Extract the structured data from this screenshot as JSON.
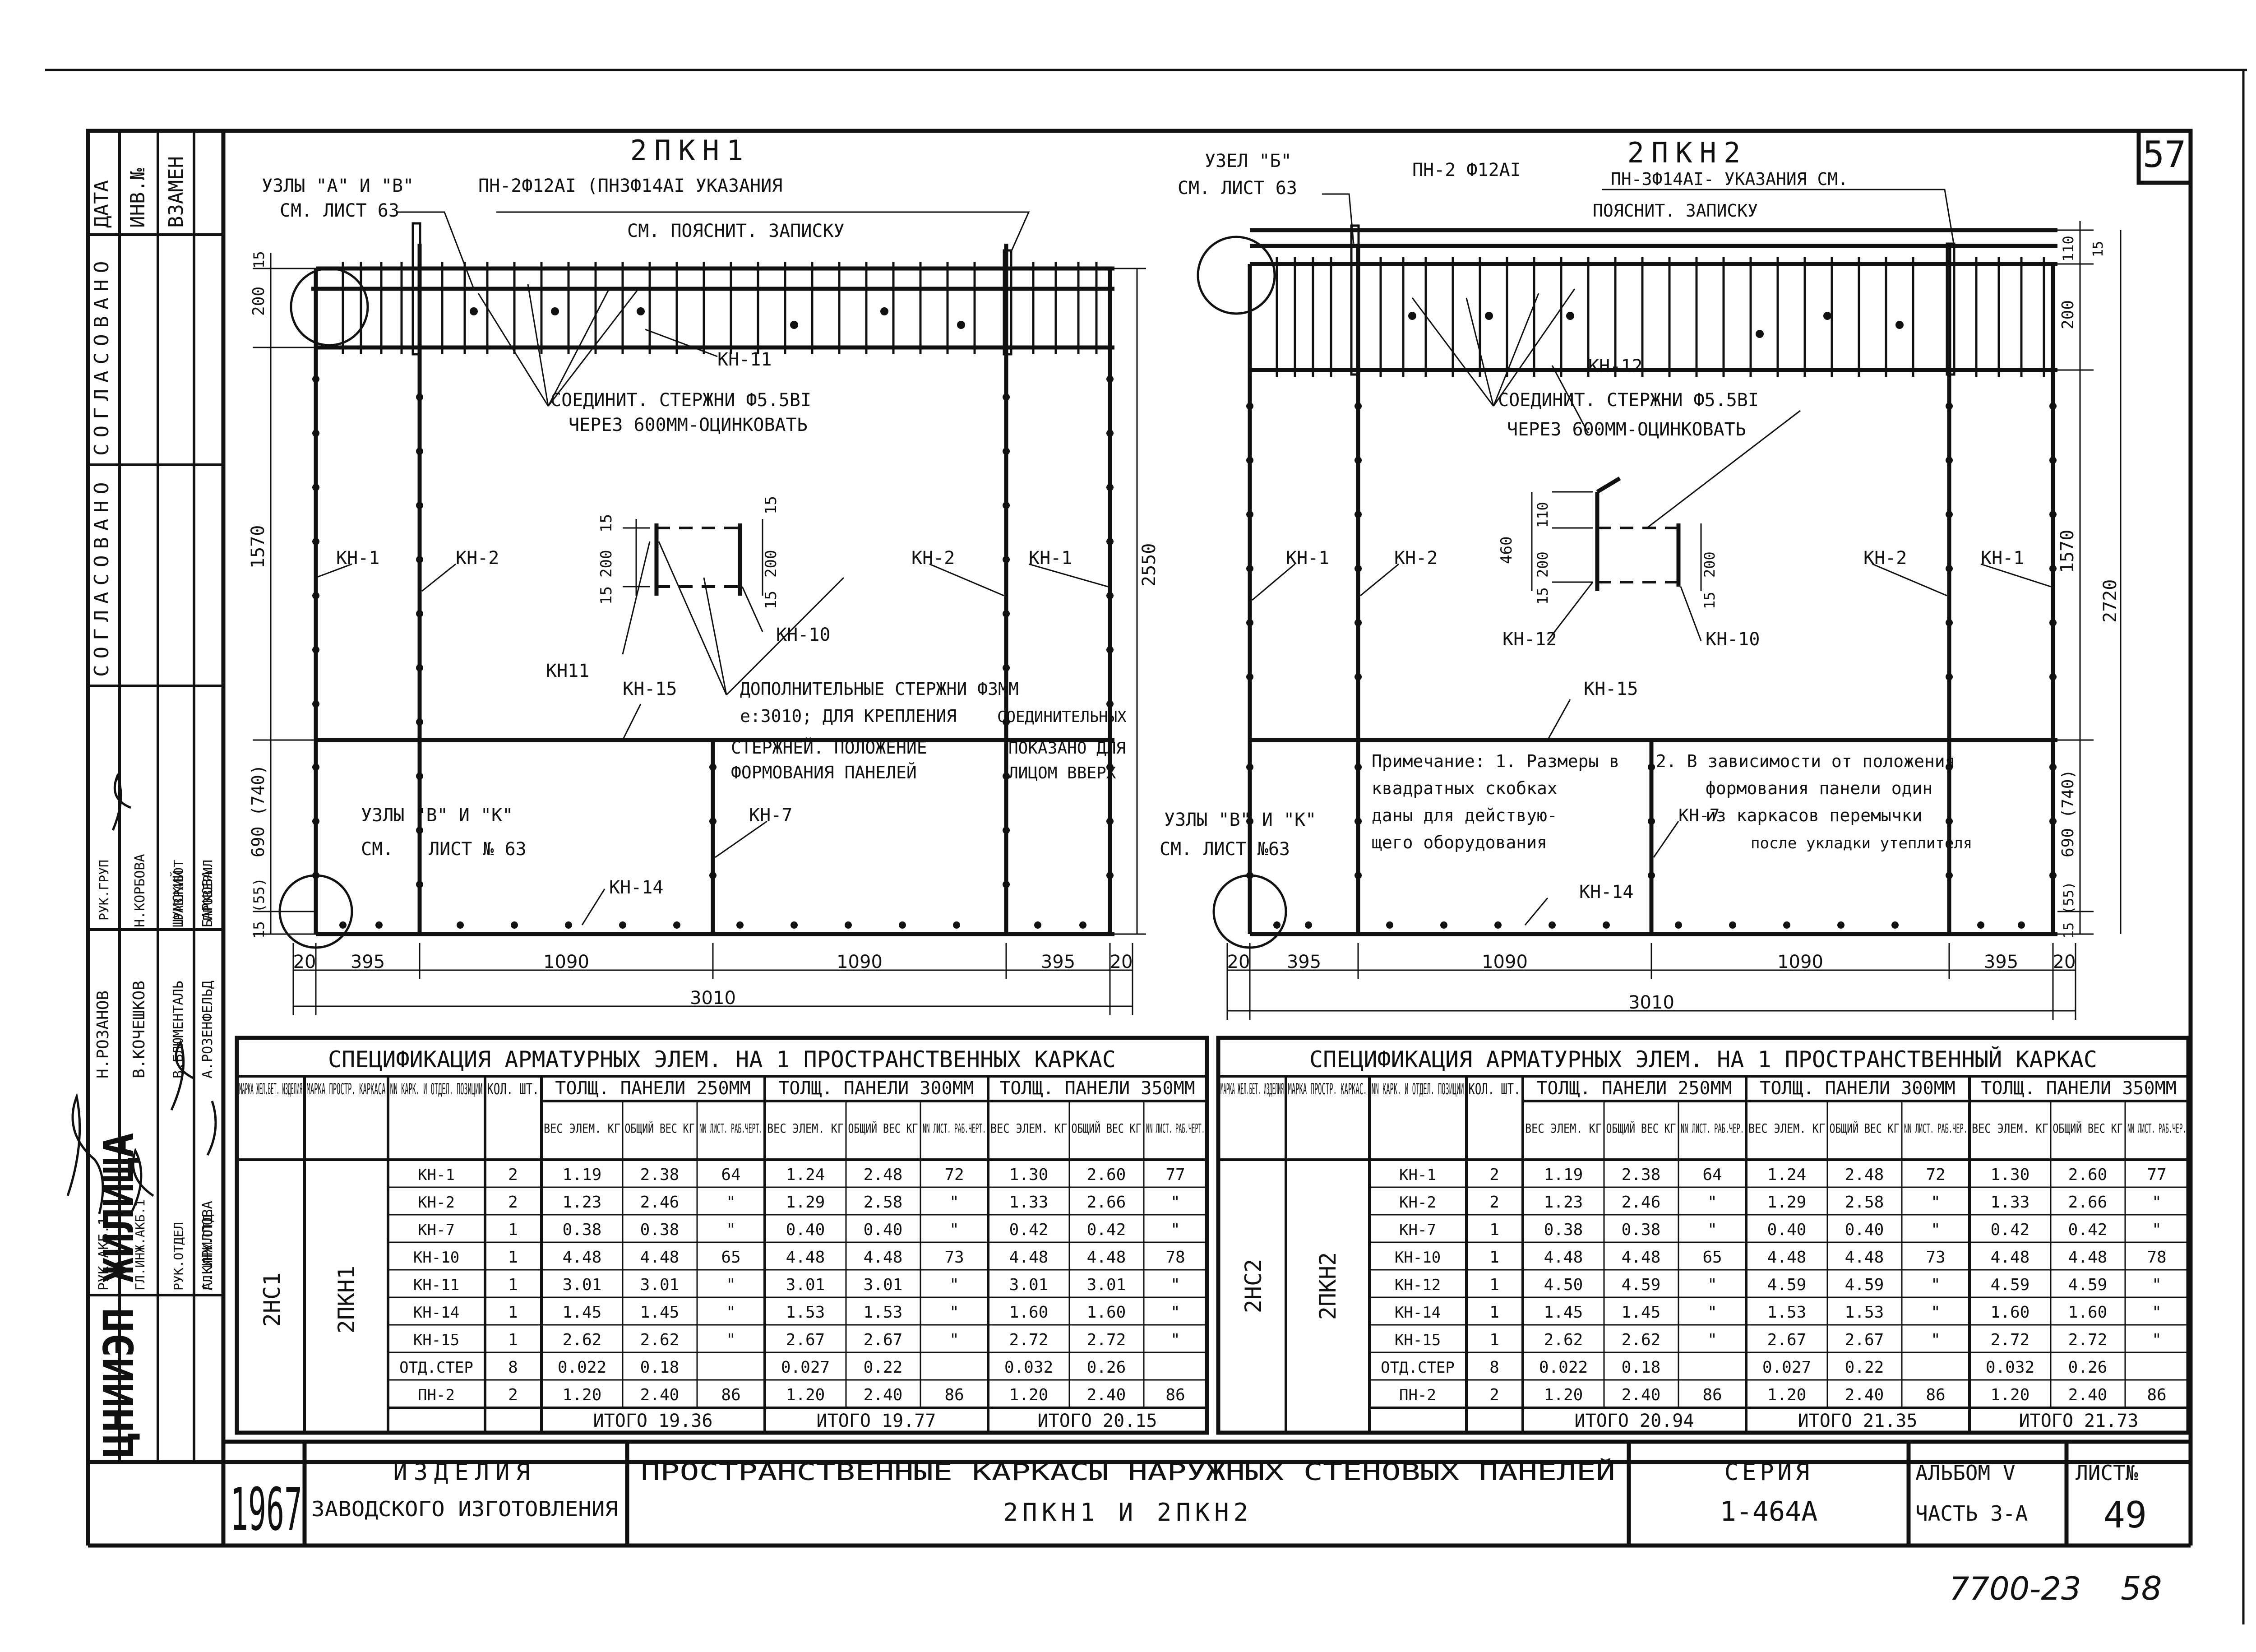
{
  "sheet_number_top": "57",
  "sheet_number_bottom": "58",
  "archive_number": "7700-23",
  "left_strip": {
    "top_cells": [
      "ДАТА",
      "ИНВ.№",
      "ВЗАМЕН"
    ],
    "approvals": [
      "СОГЛАСОВАНО",
      "СОГЛАСОВАНО"
    ],
    "names_right": [
      "Н.КОРБОВА",
      "ШУМСКИЙ",
      "БАРКОВА"
    ],
    "names": [
      "Н.РОЗАНОВ",
      "В.КОЧЕШКОВ",
      "В.БЛЮМЕНТАЛЬ",
      "А.РОЗЕНФЕЛЬД",
      "А.КИРИЛЛОВА"
    ],
    "roles": [
      "РУК.АКБ.1",
      "ГЛ.ИНЖ.АКБ.1",
      "РУК.ОТДЕЛ",
      "ГЛ.ИНЖ.ОТД.",
      "ГЛ.ИНЖ.ПР."
    ],
    "roles2": [
      "РУК.ГРУП",
      "РАЗРАБОТ",
      "ПРОВЕРИЛ"
    ],
    "org": "ЦНИИЭП ЖИЛИЩА",
    "year": "1967"
  },
  "frame1": {
    "title": "2ПКН1",
    "nodes_ai_v": "УЗЛЫ \"А\" И \"В\"",
    "see_sheet_63": "СМ. ЛИСТ 63",
    "pn_note": "ПН-2Ф12АI (ПН3Ф14АI УКАЗАНИЯ",
    "see_note": "СМ. ПОЯСНИТ. ЗАПИСКУ",
    "connector": "СОЕДИНИТ. СТЕРЖНИ Ф5.5ВI",
    "galvanize": "ЧЕРЕЗ 600ММ-ОЦИНКОВАТЬ",
    "extra1": "ДОПОЛНИТЕЛЬНЫЕ СТЕРЖНИ Ф3ММ",
    "extra2": "е:3010; ДЛЯ КРЕПЛЕНИЯ",
    "extra3": "СОЕДИНИТЕЛЬНЫХ",
    "extra4": "СТЕРЖНЕЙ. ПОЛОЖЕНИЕ",
    "extra5": "ПОКАЗАНО ДЛЯ",
    "extra6": "ФОРМОВАНИЯ ПАНЕЛЕЙ",
    "extra7": "ЛИЦОМ ВВЕРХ",
    "nodes_vik": "УЗЛЫ \"В\" И \"К\"",
    "see": "СМ.",
    "sheet63": "ЛИСТ № 63",
    "kn1": "КН-1",
    "kn2": "КН-2",
    "kn7": "КН-7",
    "kn10": "КН-10",
    "kn11": "КН-11",
    "kn11b": "КН11",
    "kn14": "КН-14",
    "kn15": "КН-15",
    "d395": "395",
    "d1090": "1090",
    "d20": "20",
    "d3010": "3010",
    "d200": "200",
    "d15": "15",
    "d1570": "1570",
    "d2550": "2550",
    "d690": "690 (740)",
    "d15b": "15 (55)"
  },
  "frame2": {
    "title": "2ПКН2",
    "node_b": "УЗЕЛ \"Б\"",
    "see_sheet_63": "СМ. ЛИСТ 63",
    "pn_note": "ПН-2 Ф12АI",
    "pn_note2": "ПН-3Ф14АI- УКАЗАНИЯ СМ.",
    "see_note": "ПОЯСНИТ. ЗАПИСКУ",
    "connector": "СОЕДИНИТ. СТЕРЖНИ Ф5.5ВI",
    "galvanize": "ЧЕРЕЗ 600ММ-ОЦИНКОВАТЬ",
    "note_title": "Примечание: 1. Размеры в",
    "note_l2": "квадратных скобках",
    "note_l3": "даны для действую-",
    "note_l4": "щего оборудования",
    "note2_l1": "2. В зависимости от положения",
    "note2_l2": "формования панели один",
    "note2_l3": "из каркасов перемычки",
    "note2_l4": "после укладки утеплителя",
    "nodes_vik": "УЗЛЫ \"В\" И \"К\"",
    "see_sheet": "СМ. ЛИСТ №63",
    "kn1": "КН-1",
    "kn2": "КН-2",
    "kn7": "КН-7",
    "kn10": "КН-10",
    "kn12": "КН-12",
    "kn14": "КН-14",
    "kn15": "КН-15",
    "d395": "395",
    "d1090": "1090",
    "d20": "20",
    "d3010": "3010",
    "d110": "110",
    "d200": "200",
    "d460": "460",
    "d1570": "1570",
    "d2720": "2720",
    "d690": "690 (740)",
    "d15b": "15 (55)",
    "d15": "15"
  },
  "spec1": {
    "title": "СПЕЦИФИКАЦИЯ АРМАТУРНЫХ ЭЛЕМ. НА 1 ПРОСТРАНСТВЕННЫХ КАРКАС",
    "h_mark1": "МАРКА ЖЕЛ.БЕТ. ИЗДЕЛИЯ",
    "h_mark2": "МАРКА ПРОСТР. КАРКАСА",
    "h_pos": "NN КАРК. И ОТДЕЛ. ПОЗИЦИИ",
    "h_qty": "КОЛ. ШТ.",
    "h_250": "ТОЛЩ. ПАНЕЛИ 250ММ",
    "h_300": "ТОЛЩ. ПАНЕЛИ 300ММ",
    "h_350": "ТОЛЩ. ПАНЕЛИ 350ММ",
    "h_sub": [
      "ВЕС ЭЛЕМ. КГ",
      "ОБЩИЙ ВЕС КГ",
      "NN ЛИСТ. РАБ.ЧЕРТ."
    ],
    "mark_a": "2НС1",
    "mark_b": "2ПКН1",
    "rows": [
      [
        "КН-1",
        "2",
        "1.19",
        "2.38",
        "64",
        "1.24",
        "2.48",
        "72",
        "1.30",
        "2.60",
        "77"
      ],
      [
        "КН-2",
        "2",
        "1.23",
        "2.46",
        "\"",
        "1.29",
        "2.58",
        "\"",
        "1.33",
        "2.66",
        "\""
      ],
      [
        "КН-7",
        "1",
        "0.38",
        "0.38",
        "\"",
        "0.40",
        "0.40",
        "\"",
        "0.42",
        "0.42",
        "\""
      ],
      [
        "КН-10",
        "1",
        "4.48",
        "4.48",
        "65",
        "4.48",
        "4.48",
        "73",
        "4.48",
        "4.48",
        "78"
      ],
      [
        "КН-11",
        "1",
        "3.01",
        "3.01",
        "\"",
        "3.01",
        "3.01",
        "\"",
        "3.01",
        "3.01",
        "\""
      ],
      [
        "КН-14",
        "1",
        "1.45",
        "1.45",
        "\"",
        "1.53",
        "1.53",
        "\"",
        "1.60",
        "1.60",
        "\""
      ],
      [
        "КН-15",
        "1",
        "2.62",
        "2.62",
        "\"",
        "2.67",
        "2.67",
        "\"",
        "2.72",
        "2.72",
        "\""
      ],
      [
        "ОТД.СТЕР",
        "8",
        "0.022",
        "0.18",
        "",
        "0.027",
        "0.22",
        "",
        "0.032",
        "0.26",
        ""
      ],
      [
        "ПН-2",
        "2",
        "1.20",
        "2.40",
        "86",
        "1.20",
        "2.40",
        "86",
        "1.20",
        "2.40",
        "86"
      ]
    ],
    "totals": [
      "ИТОГО 19.36",
      "ИТОГО 19.77",
      "ИТОГО 20.15"
    ]
  },
  "spec2": {
    "title": "СПЕЦИФИКАЦИЯ АРМАТУРНЫХ ЭЛЕМ. НА 1 ПРОСТРАНСТВЕННЫЙ КАРКАС",
    "h_mark1": "МАРКА ЖЕЛ.БЕТ. ИЗДЕЛИЯ",
    "h_mark2": "МАРКА ПРОСТР. КАРКАС.",
    "h_pos": "NN КАРК. И ОТДЕЛ. ПОЗИЦИИ",
    "h_qty": "КОЛ. ШТ.",
    "h_250": "ТОЛЩ. ПАНЕЛИ 250ММ",
    "h_300": "ТОЛЩ. ПАНЕЛИ 300ММ",
    "h_350": "ТОЛЩ. ПАНЕЛИ 350ММ",
    "h_sub": [
      "ВЕС ЭЛЕМ. КГ",
      "ОБЩИЙ ВЕС КГ",
      "NN ЛИСТ. РАБ.ЧЕР."
    ],
    "mark_a": "2НС2",
    "mark_b": "2ПКН2",
    "rows": [
      [
        "КН-1",
        "2",
        "1.19",
        "2.38",
        "64",
        "1.24",
        "2.48",
        "72",
        "1.30",
        "2.60",
        "77"
      ],
      [
        "КН-2",
        "2",
        "1.23",
        "2.46",
        "\"",
        "1.29",
        "2.58",
        "\"",
        "1.33",
        "2.66",
        "\""
      ],
      [
        "КН-7",
        "1",
        "0.38",
        "0.38",
        "\"",
        "0.40",
        "0.40",
        "\"",
        "0.42",
        "0.42",
        "\""
      ],
      [
        "КН-10",
        "1",
        "4.48",
        "4.48",
        "65",
        "4.48",
        "4.48",
        "73",
        "4.48",
        "4.48",
        "78"
      ],
      [
        "КН-12",
        "1",
        "4.50",
        "4.59",
        "\"",
        "4.59",
        "4.59",
        "\"",
        "4.59",
        "4.59",
        "\""
      ],
      [
        "КН-14",
        "1",
        "1.45",
        "1.45",
        "\"",
        "1.53",
        "1.53",
        "\"",
        "1.60",
        "1.60",
        "\""
      ],
      [
        "КН-15",
        "1",
        "2.62",
        "2.62",
        "\"",
        "2.67",
        "2.67",
        "\"",
        "2.72",
        "2.72",
        "\""
      ],
      [
        "ОТД.СТЕР",
        "8",
        "0.022",
        "0.18",
        "",
        "0.027",
        "0.22",
        "",
        "0.032",
        "0.26",
        ""
      ],
      [
        "ПН-2",
        "2",
        "1.20",
        "2.40",
        "86",
        "1.20",
        "2.40",
        "86",
        "1.20",
        "2.40",
        "86"
      ]
    ],
    "totals": [
      "ИТОГО 20.94",
      "ИТОГО 21.35",
      "ИТОГО 21.73"
    ]
  },
  "titleblock": {
    "year": "1967",
    "izd1": "ИЗДЕЛИЯ",
    "izd2": "ЗАВОДСКОГО ИЗГОТОВЛЕНИЯ",
    "name1": "ПРОСТРАНСТВЕННЫЕ КАРКАСЫ НАРУЖНЫХ СТЕНОВЫХ ПАНЕЛЕЙ",
    "name2": "2ПКН1 И 2ПКН2",
    "series_label": "СЕРИЯ",
    "series": "1-464А",
    "album": "АЛЬБОМ V",
    "part": "ЧАСТЬ 3-А",
    "sheet_label": "ЛИСТ№",
    "sheet": "49"
  }
}
